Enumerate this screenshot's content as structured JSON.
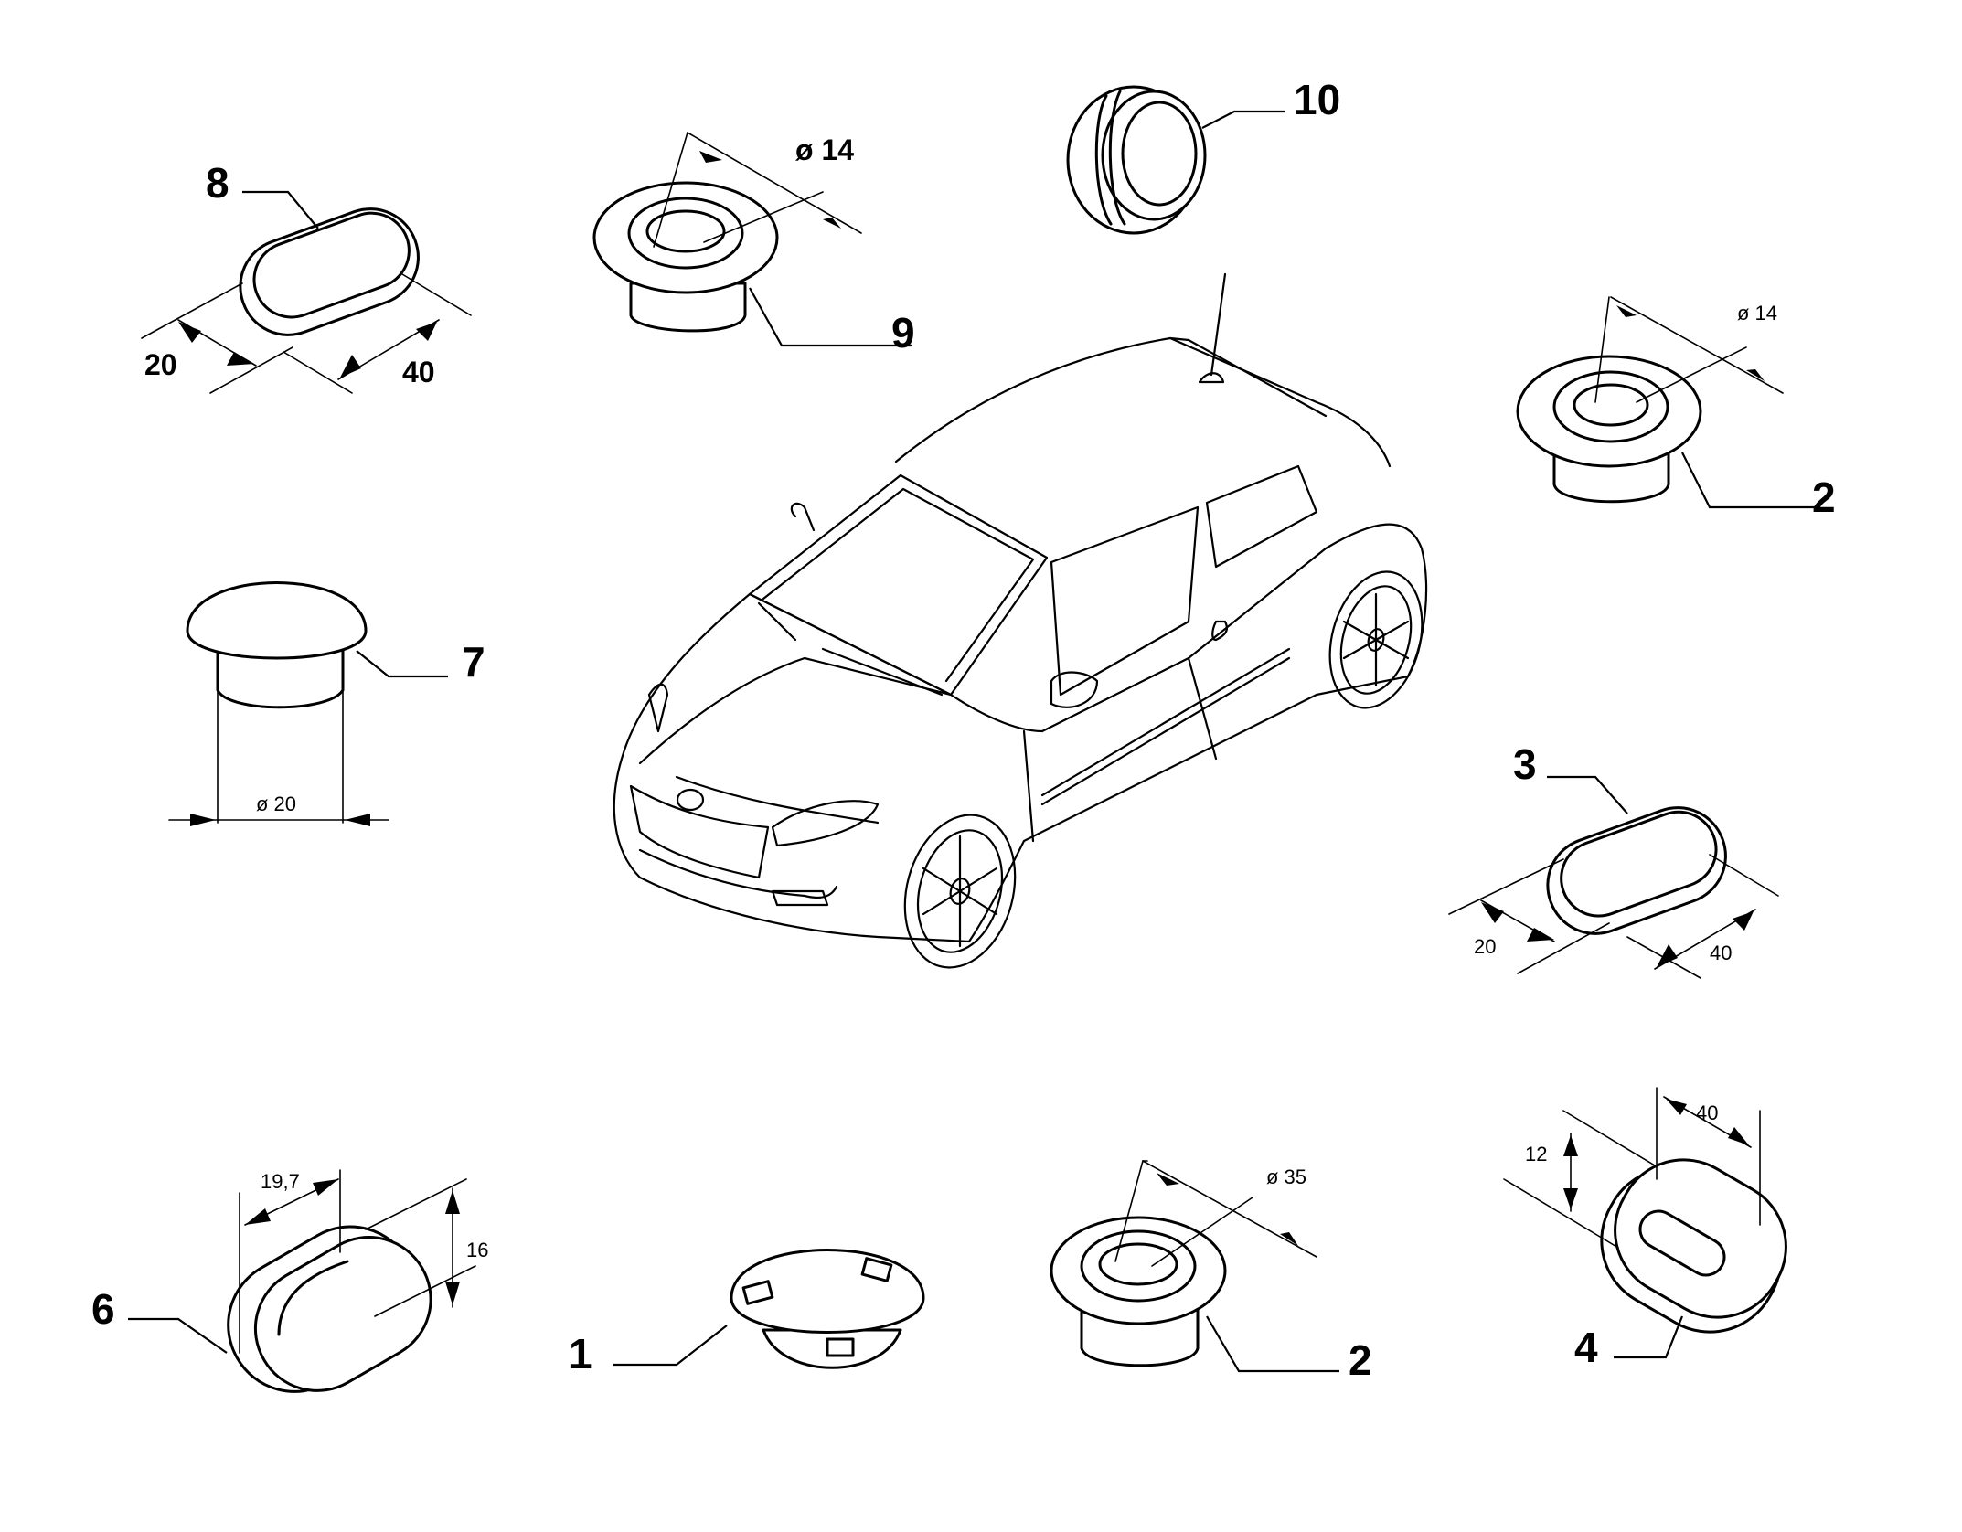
{
  "diagram": {
    "callouts": {
      "c1": "1",
      "c2a": "2",
      "c2b": "2",
      "c3": "3",
      "c4": "4",
      "c6": "6",
      "c7": "7",
      "c8": "8",
      "c9": "9",
      "c10": "10"
    },
    "dimensions": {
      "part8_width": "20",
      "part8_length": "40",
      "part9_diameter": "ø 14",
      "part2_top_diameter": "ø 14",
      "part7_diameter": "ø 20",
      "part3_width": "20",
      "part3_length": "40",
      "part6_width": "19,7",
      "part6_height": "16",
      "part2_bottom_diameter": "ø 35",
      "part4_height": "12",
      "part4_length": "40"
    },
    "colors": {
      "line": "#000000",
      "background": "#ffffff"
    }
  }
}
